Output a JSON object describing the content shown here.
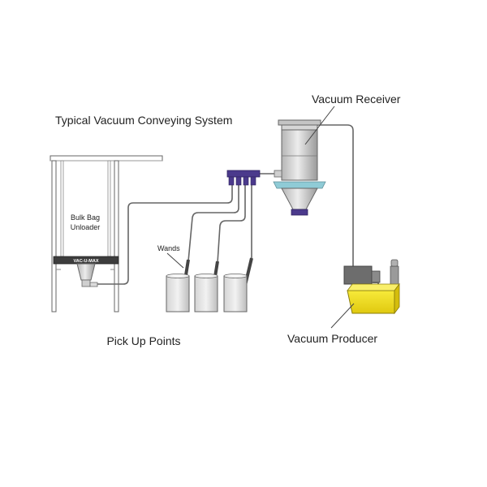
{
  "diagram": {
    "title": "Typical Vacuum Conveying System",
    "labels": {
      "vacuum_receiver": "Vacuum Receiver",
      "vacuum_producer": "Vacuum Producer",
      "pick_up_points": "Pick Up Points",
      "bulk_bag_unloader_line1": "Bulk Bag",
      "bulk_bag_unloader_line2": "Unloader",
      "wands": "Wands",
      "frame_brand": "VAC-U-MAX"
    },
    "colors": {
      "line": "#555555",
      "steel_light": "#e8e8e8",
      "steel_mid": "#b8b8b8",
      "steel_dark": "#8f8f8f",
      "manifold": "#4b3a8c",
      "producer_yellow": "#f3e21c",
      "producer_motor": "#6d6d6d",
      "receiver_collar": "#8fcbd6"
    }
  }
}
